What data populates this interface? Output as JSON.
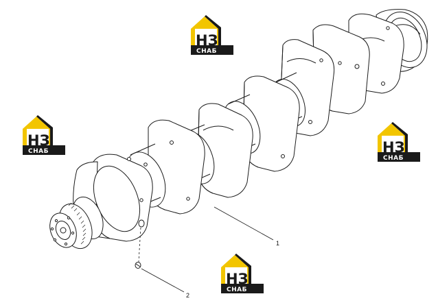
{
  "diagram": {
    "callouts": [
      {
        "id": "callout-1",
        "label": "1"
      },
      {
        "id": "callout-2",
        "label": "2"
      }
    ]
  },
  "watermark": {
    "mark": "НЗ",
    "word": "СНАБ",
    "colors": {
      "roof": "#f2c500",
      "dark": "#1a1a1a",
      "text": "#ffffff"
    }
  },
  "colors": {
    "line": "#1a1a1a",
    "fill": "#ffffff"
  }
}
